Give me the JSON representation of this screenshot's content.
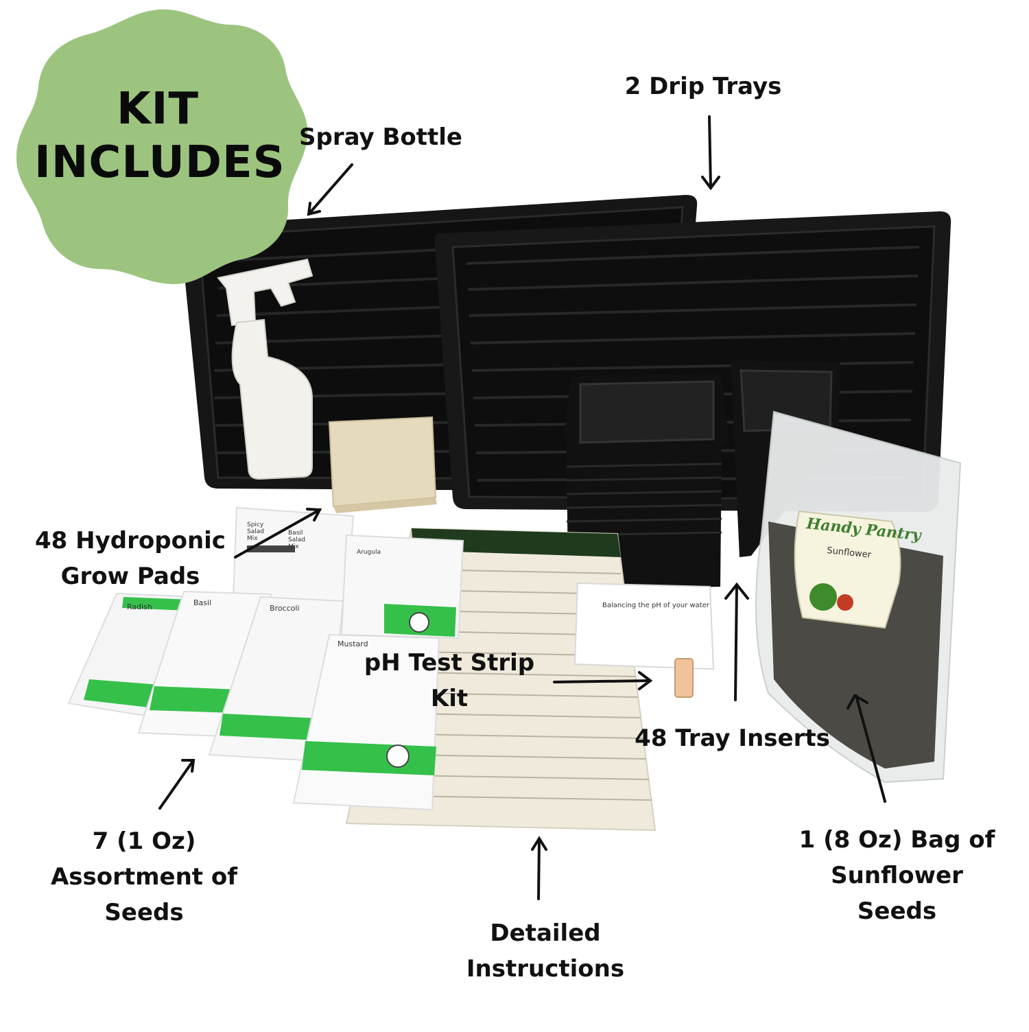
{
  "badge": {
    "line1": "KIT",
    "line2": "INCLUDES",
    "color": "#9cc47f"
  },
  "labels": {
    "drip_trays": "2 Drip Trays",
    "spray_bottle": "Spray Bottle",
    "grow_pads_line1": "48 Hydroponic",
    "grow_pads_line2": "Grow Pads",
    "ph_kit_line1": "pH Test Strip",
    "ph_kit_line2": "Kit",
    "tray_inserts": "48 Tray Inserts",
    "seeds_line1": "7 (1 Oz)",
    "seeds_line2": "Assortment of",
    "seeds_line3": "Seeds",
    "sunflower_line1": "1 (8 Oz) Bag of",
    "sunflower_line2": "Sunflower",
    "sunflower_line3": "Seeds",
    "instructions_line1": "Detailed",
    "instructions_line2": "Instructions"
  },
  "product_prints": {
    "bag_brand": "Handy Pantry",
    "bag_variety": "Sunflower",
    "packets": [
      "Radish",
      "Basil",
      "Broccoli",
      "Mustard",
      "Spicy Salad Mix",
      "Basil Salad Mix",
      "Arugula"
    ],
    "sheet_heading": "Balancing the pH of your water"
  },
  "colors": {
    "tray": "#141414",
    "packet_stripe": "#35c04a",
    "bottle": "#f3f1ec",
    "pad": "#e8dcc0"
  }
}
